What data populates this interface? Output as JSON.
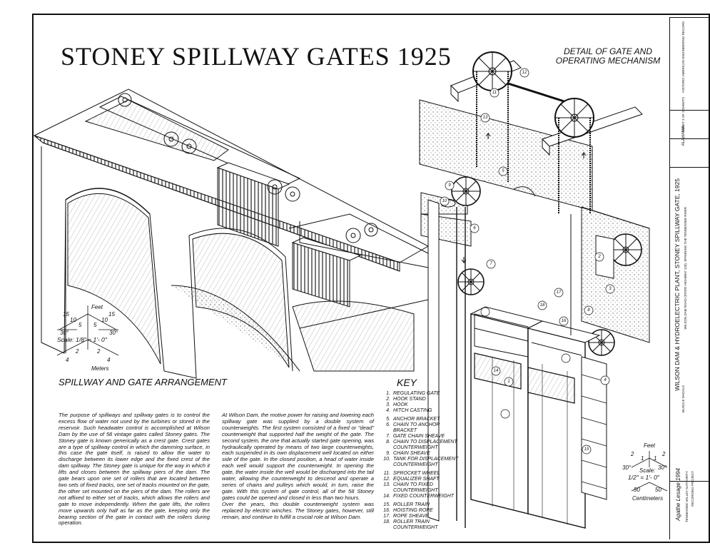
{
  "title": "STONEY SPILLWAY GATES 1925",
  "detail_title": "DETAIL OF GATE AND OPERATING MECHANISM",
  "left_caption": "SPILLWAY AND GATE ARRANGEMENT",
  "key_title": "KEY",
  "key_items": [
    {
      "n": "1.",
      "t": "REGULATING GATE"
    },
    {
      "n": "2.",
      "t": "HOOK STAND"
    },
    {
      "n": "3.",
      "t": "HOOK"
    },
    {
      "n": "4.",
      "t": "HITCH CASTING"
    },
    {
      "n": "5.",
      "t": "ANCHOR BRACKET"
    },
    {
      "n": "6.",
      "t": "CHAIN TO ANCHOR BRACKET"
    },
    {
      "n": "7.",
      "t": "GATE CHAIN SHEAVE"
    },
    {
      "n": "8.",
      "t": "CHAIN TO DISPLACEMENT COUNTERWEIGHT"
    },
    {
      "n": "9.",
      "t": "CHAIN SHEAVE"
    },
    {
      "n": "10.",
      "t": "TANK FOR DISPLACEMENT COUNTERWEIGHT"
    },
    {
      "n": "11.",
      "t": "SPROCKET WHEEL"
    },
    {
      "n": "12.",
      "t": "EQUALIZER SHAFT"
    },
    {
      "n": "13.",
      "t": "CHAIN TO FIXED COUNTERWEIGHT"
    },
    {
      "n": "14.",
      "t": "FIXED COUNTERWEIGHT"
    },
    {
      "n": "15.",
      "t": "ROLLER TRAIN"
    },
    {
      "n": "16.",
      "t": "HOISTING ROPE"
    },
    {
      "n": "17.",
      "t": "ROPE SHEAVE"
    },
    {
      "n": "18.",
      "t": "ROLLER TRAIN COUNTERWEIGHT"
    }
  ],
  "paragraph1": "The purpose of spillways and spillway gates is to control the excess flow of water not used by the turbines or stored in the reservoir. Such headwater control is accomplished at Wilson Dam by the use of 58 vintage gates called Stoney gates. The Stoney gate is known generically as a crest gate. Crest gates are a type of spillway control in which the damming surface, in this case the gate itself, is raised to allow the water to discharge between its lower edge and the fixed crest of the dam spillway. The Stoney gate is unique for the way in which it lifts and closes between the spillway piers of the dam. The gate bears upon one set of rollers that are located between two sets of fixed tracks, one set of tracks mounted on the gate, the other set mounted on the piers of the dam. The rollers are not affixed to either set of tracks, which allows the rollers and gate to move independently. When the gate lifts, the rollers move upwards only half as far as the gate, keeping only the bearing section of the gate in contact with the rollers during operation.",
  "paragraph2": "At Wilson Dam, the motive power for raising and lowering each spillway gate was supplied by a double system of counterweights. The first system consisted of a fixed or \"dead\" counterweight that supported half the weight of the gate. The second system, the one that actually started gate opening, was hydraulically operated by means of two large counterweights, each suspended in its own displacement well located on either side of the gate. In the closed position, a head of water inside each well would support the counterweight. In opening the gate, the water inside the well would be discharged into the tail water, allowing the counterweight to descend and operate a series of chains and pulleys which would, in turn, raise the gate. With this system of gate control, all of the 58 Stoney gates could be opened and closed in less than two hours.\n    Over the years, this double counterweight system was replaced by electric winches. The Stoney gates, however, still remain, and continue to fulfill a crucial role at Wilson Dam.",
  "scale_left": {
    "feet_label": "Feet",
    "feet_ticks": [
      "15",
      "10",
      "5",
      "5",
      "10",
      "15"
    ],
    "angle_left": "30°",
    "angle_right": "30°",
    "scale_text": "Scale: 1/8\" = 1'- 0\"",
    "meter_ticks": [
      "2",
      "2",
      "4",
      "4"
    ],
    "meter_label": "Meters"
  },
  "scale_right": {
    "feet_label": "Feet",
    "feet_ticks": [
      "2",
      "1",
      "1",
      "2"
    ],
    "angle_left": "30°",
    "angle_right": "30°",
    "scale_word": "Scale:",
    "scale_text": "1/2\" = 1'- 0\"",
    "cm_ticks": [
      "50",
      "50"
    ],
    "cm_label": "Centimeters"
  },
  "signature": "Agathe Lesage 1994",
  "titleblock": {
    "main": "WILSON DAM & HYDROELECTRIC PLANT, STONEY SPILLWAY GATE, 1925",
    "sub": "WILSON DAM ROAD (STATE HIGHWAY 133), SPANNING THE TENNESSEE RIVER",
    "state": "ALABAMA",
    "county": "MUSCLE SHOALS",
    "survey": "HISTORIC AMERICAN ENGINEERING RECORD",
    "sheet": "SHEET 3 OF 3 SHEETS",
    "agency": "TENNESSEE VALLEY AUTHORITY",
    "recording": "RECORDING PROJECT"
  },
  "callouts": [
    "1",
    "2",
    "3",
    "4",
    "5",
    "6",
    "7",
    "8",
    "9",
    "10",
    "11",
    "12",
    "13",
    "14",
    "15",
    "16",
    "17",
    "18"
  ],
  "colors": {
    "ink": "#111111",
    "hatch": "#444444",
    "paper": "#ffffff"
  }
}
